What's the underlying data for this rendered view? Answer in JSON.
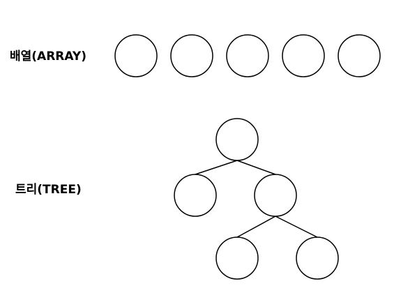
{
  "labels": {
    "array": "배열(ARRAY)",
    "tree": "트리(TREE)"
  },
  "array": {
    "node_count": 5
  },
  "tree": {
    "nodes": [
      "root",
      "left",
      "right",
      "right-left",
      "right-right"
    ],
    "edges": [
      [
        "root",
        "left"
      ],
      [
        "root",
        "right"
      ],
      [
        "right",
        "right-left"
      ],
      [
        "right",
        "right-right"
      ]
    ]
  },
  "colors": {
    "stroke": "#000000",
    "fill": "#ffffff",
    "text": "#000000"
  }
}
